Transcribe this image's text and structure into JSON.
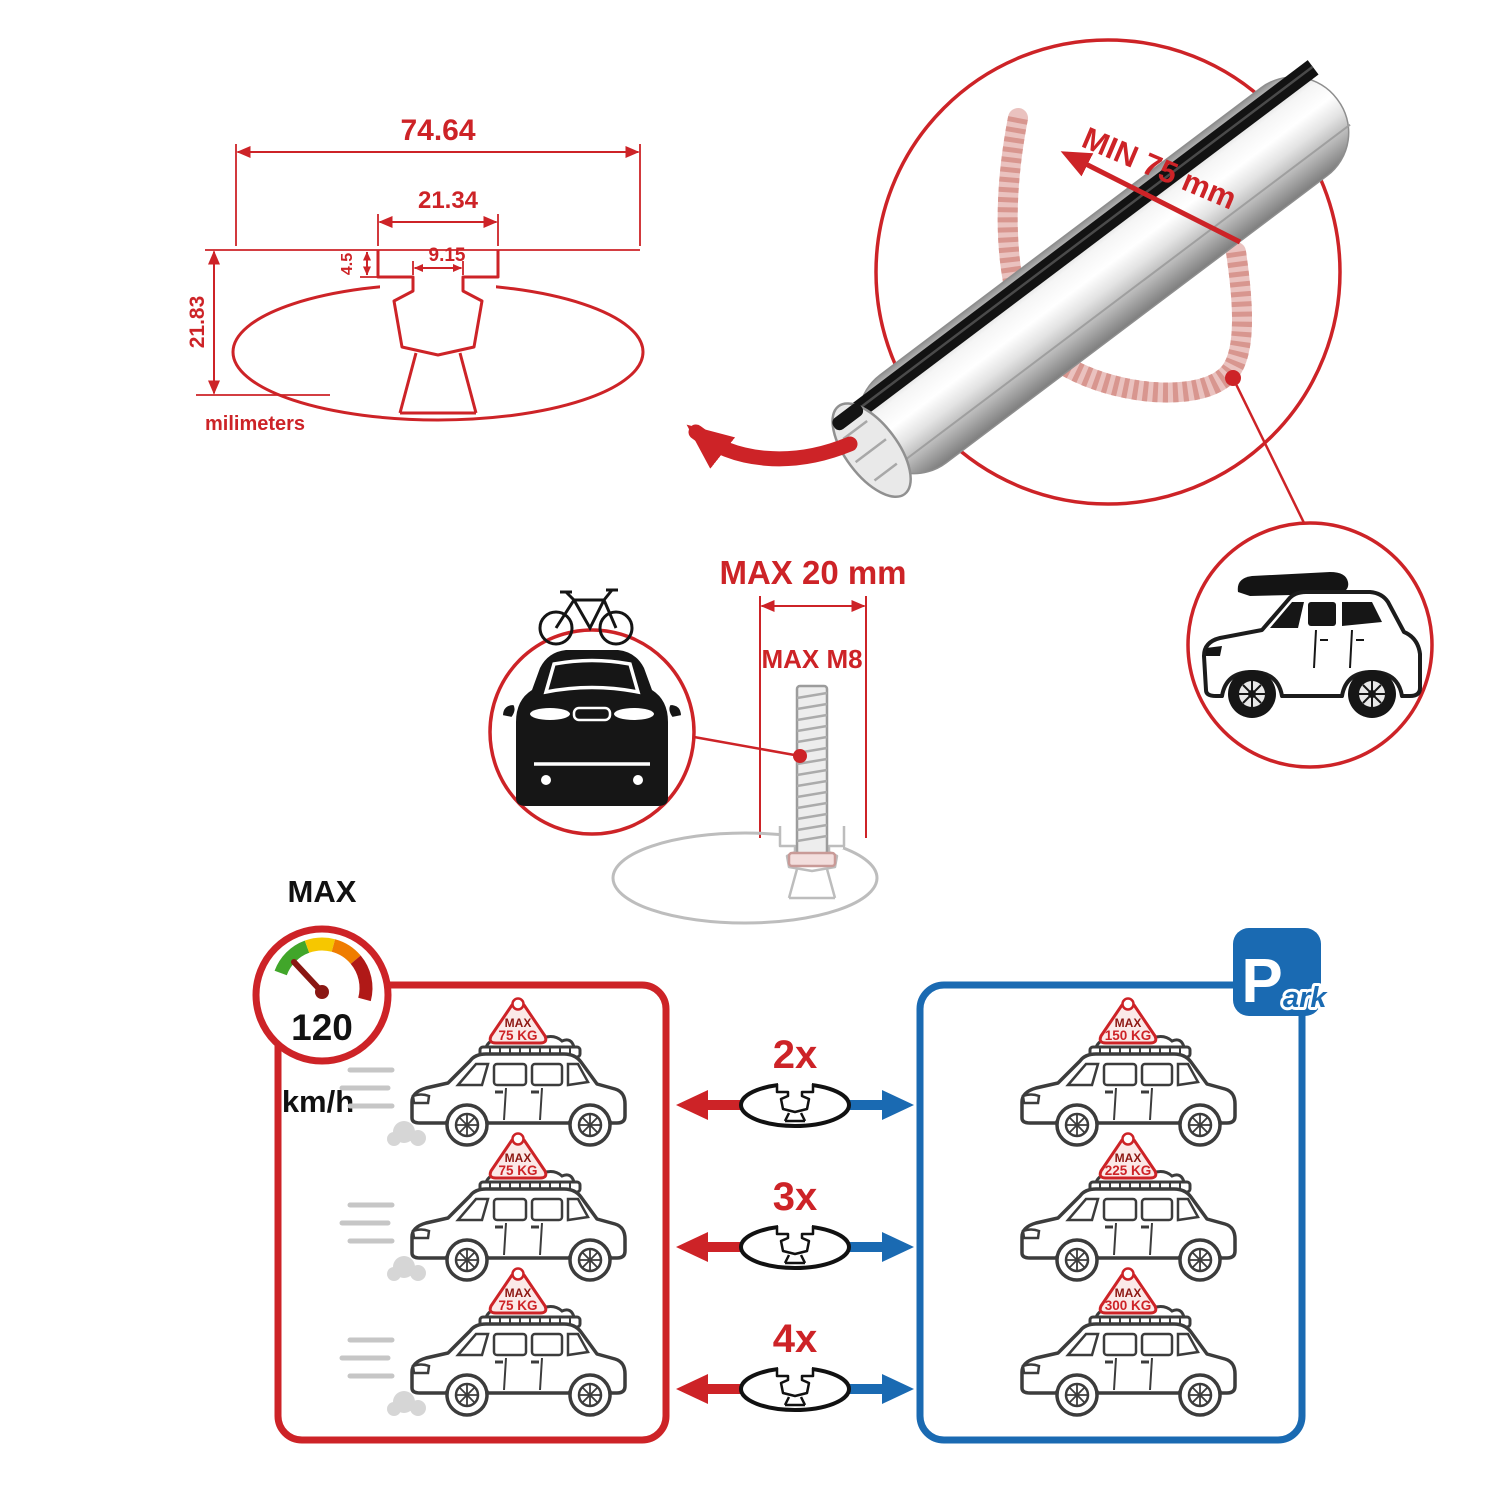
{
  "colors": {
    "red": "#cd2327",
    "blue": "#1a6ab2"
  },
  "cross_section": {
    "total_width": "74.64",
    "slot_outer_width": "21.34",
    "slot_inner_width": "9.15",
    "lip_depth": "4.5",
    "total_height": "21.83",
    "units": "milimeters"
  },
  "bar_detail": {
    "min_clamp_width": "MIN 75 mm"
  },
  "bolt_spec": {
    "max_thickness": "MAX 20 mm",
    "max_bolt": "MAX M8"
  },
  "speed_limit": {
    "label": "MAX",
    "value": "120",
    "unit": "km/h"
  },
  "parking_sign": {
    "p": "P",
    "ark": "ark"
  },
  "load_chart": {
    "rows": [
      {
        "multiplier": "2x",
        "driving": {
          "label": "MAX",
          "value": "75 KG"
        },
        "parked": {
          "label": "MAX",
          "value": "150 KG"
        }
      },
      {
        "multiplier": "3x",
        "driving": {
          "label": "MAX",
          "value": "75 KG"
        },
        "parked": {
          "label": "MAX",
          "value": "225 KG"
        }
      },
      {
        "multiplier": "4x",
        "driving": {
          "label": "MAX",
          "value": "75 KG"
        },
        "parked": {
          "label": "MAX",
          "value": "300 KG"
        }
      }
    ]
  }
}
